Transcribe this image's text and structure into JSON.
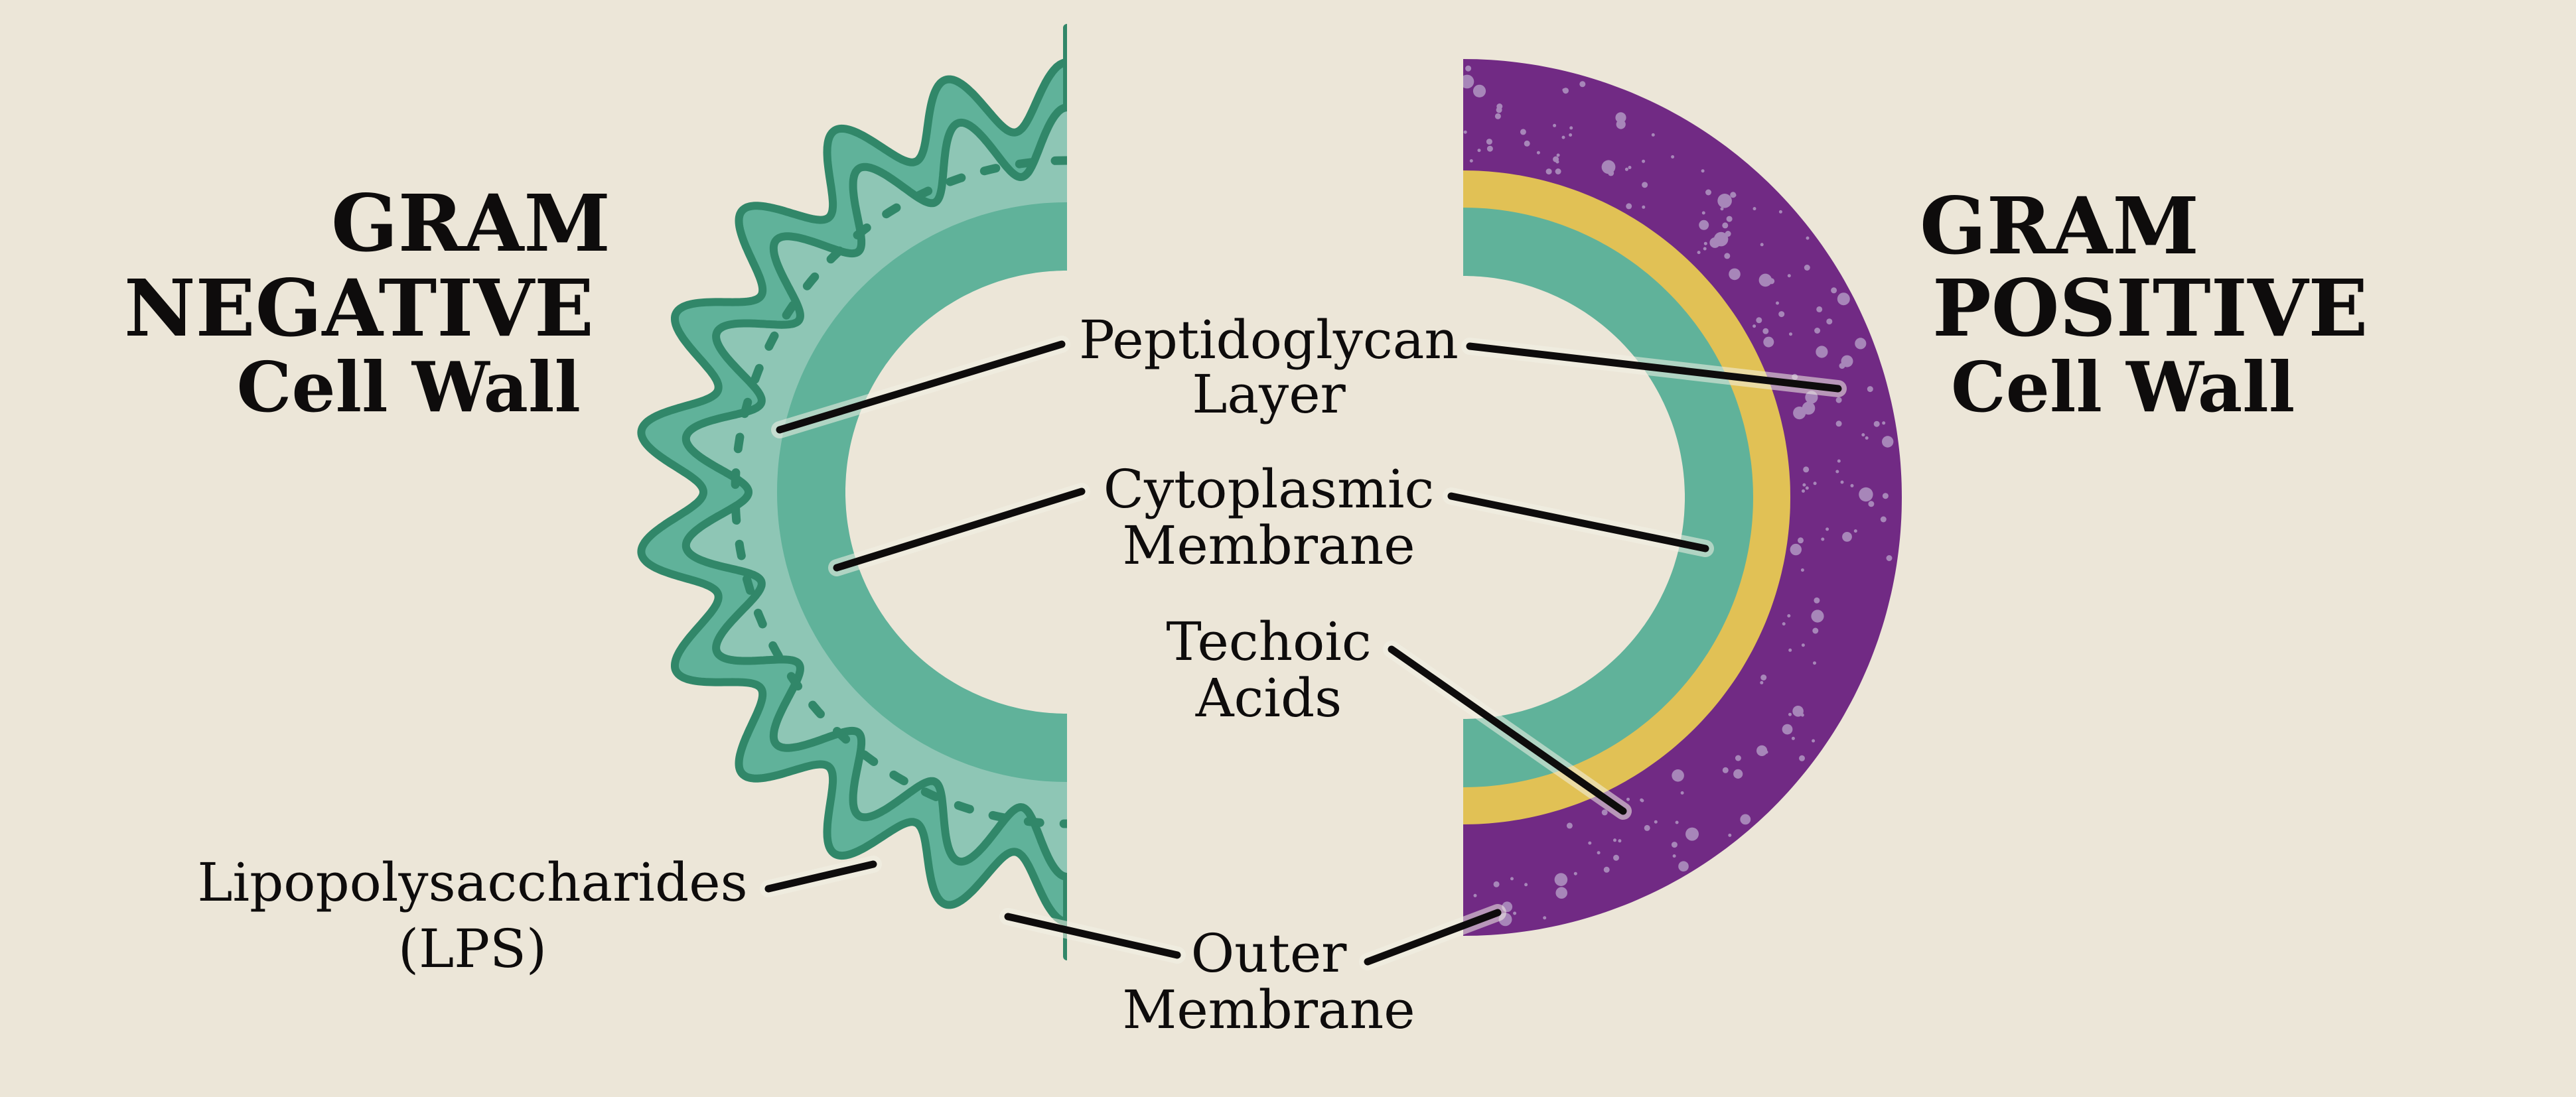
{
  "colors": {
    "background": "#ECE6D8",
    "text": "#0E0C0C",
    "lps_fill": "#60B29A",
    "lps_stroke": "#318769",
    "periplasm": "#8EC6B5",
    "cytoplasmic_membrane": "#60B29A",
    "peptidoglycan_positive": "#712A84",
    "peptidoglycan_dots": "#A786B9",
    "techoic_band": "#E1C155",
    "leader_line": "#0E0C0C",
    "leader_halo": "#F3F0E6"
  },
  "gram_negative": {
    "title_line1": "GRAM",
    "title_line2": "NEGATIVE",
    "title_line3": "Cell Wall"
  },
  "gram_positive": {
    "title_line1": "GRAM",
    "title_line2": "POSITIVE",
    "title_line3": "Cell Wall"
  },
  "labels": {
    "peptidoglycan": [
      "Peptidoglycan",
      "Layer"
    ],
    "cytoplasmic": [
      "Cytoplasmic",
      "Membrane"
    ],
    "techoic": [
      "Techoic",
      "Acids"
    ],
    "outer_membrane": [
      "Outer",
      "Membrane"
    ],
    "lps": [
      "Lipopolysaccharides",
      "(LPS)"
    ]
  }
}
